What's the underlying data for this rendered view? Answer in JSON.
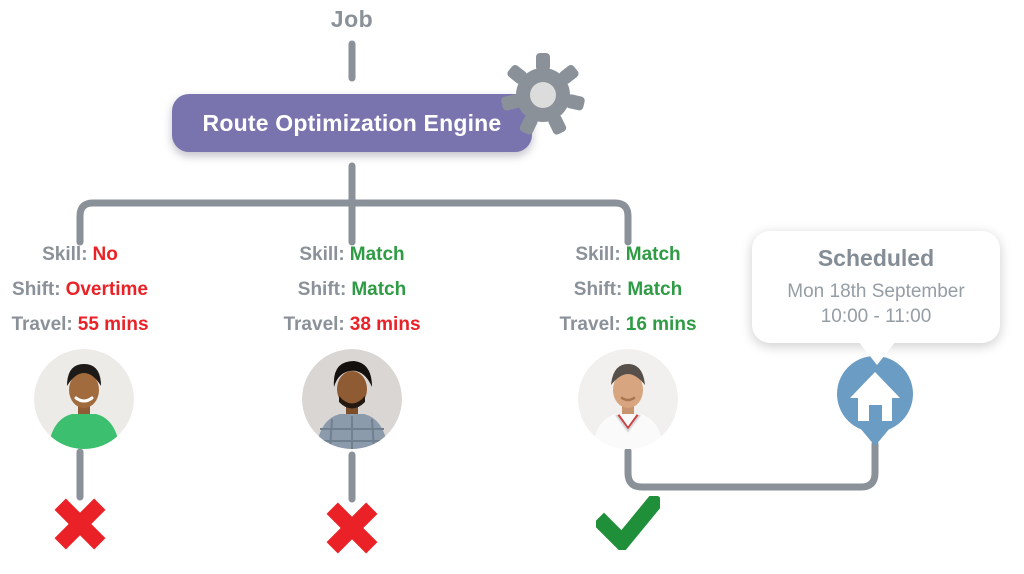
{
  "palette": {
    "line_gray": "#8A9199",
    "engine_purple": "#7A74AE",
    "fail_red": "#EA2227",
    "pass_green": "#2F9B44",
    "check_green": "#1F8F3A",
    "pin_blue": "#6B9CC3",
    "bubble_white": "#FFFFFF"
  },
  "job": {
    "label": "Job"
  },
  "engine": {
    "label": "Route Optimization Engine",
    "icon": "gear-icon"
  },
  "candidates": [
    {
      "attributes": [
        {
          "label": "Skill:",
          "value": "No",
          "status": "fail"
        },
        {
          "label": "Shift:",
          "value": "Overtime",
          "status": "fail"
        },
        {
          "label": "Travel:",
          "value": "55 mins",
          "status": "fail"
        }
      ],
      "avatar": "technician-photo-green-shirt",
      "result": "rejected",
      "result_icon": "x-icon"
    },
    {
      "attributes": [
        {
          "label": "Skill:",
          "value": "Match",
          "status": "pass"
        },
        {
          "label": "Shift:",
          "value": "Match",
          "status": "pass"
        },
        {
          "label": "Travel:",
          "value": "38 mins",
          "status": "fail"
        }
      ],
      "avatar": "technician-photo-plaid-shirt",
      "result": "rejected",
      "result_icon": "x-icon"
    },
    {
      "attributes": [
        {
          "label": "Skill:",
          "value": "Match",
          "status": "pass"
        },
        {
          "label": "Shift:",
          "value": "Match",
          "status": "pass"
        },
        {
          "label": "Travel:",
          "value": "16 mins",
          "status": "pass"
        }
      ],
      "avatar": "technician-photo-white-polo",
      "result": "selected",
      "result_icon": "check-icon"
    }
  ],
  "schedule": {
    "title": "Scheduled",
    "date": "Mon 18th September",
    "time": "10:00 - 11:00",
    "icon": "house-pin-icon"
  }
}
